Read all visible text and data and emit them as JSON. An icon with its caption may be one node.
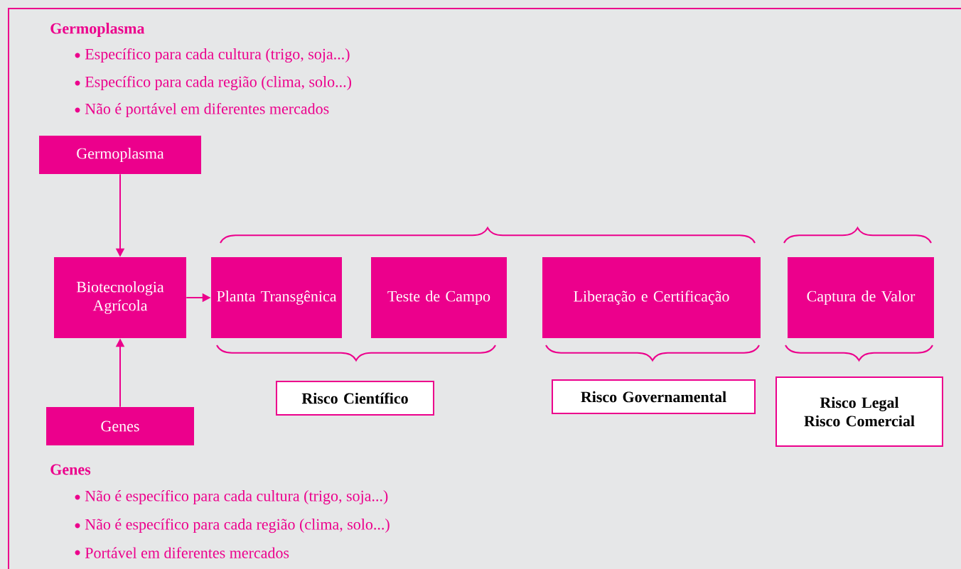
{
  "diagram": {
    "nodes": [
      {
        "text": [
          "Germoplasma"
        ]
      },
      {
        "text": [
          "Biotecnologia Agrícola"
        ]
      },
      {
        "text": [
          "Genes"
        ]
      },
      {
        "text": [
          "Planta Transgênica"
        ]
      },
      {
        "text": [
          "Teste de Campo"
        ]
      },
      {
        "text": [
          "Liberação e Certificação"
        ]
      },
      {
        "text": [
          "Captura de Valor"
        ]
      },
      {
        "text": [
          "Risco Científico"
        ]
      },
      {
        "text": [
          "Risco Governamental"
        ]
      },
      {
        "text": [
          "Risco Legal",
          "Risco Comercial"
        ]
      }
    ],
    "edges": [
      {
        "from": 0,
        "to": 1,
        "arrow": "to"
      },
      {
        "from": 2,
        "to": 1,
        "arrow": "to"
      },
      {
        "from": 1,
        "to": 3,
        "arrow": "to"
      }
    ],
    "labels": [
      "Germoplasma",
      "Específico para cada cultura (trigo, soja...)",
      "Específico para cada região (clima, solo...)",
      "Não é portável em diferentes mercados",
      "Genes",
      "Não é específico para cada cultura (trigo, soja...)",
      "Não é específico para cada região (clima, solo...)",
      "Portável em diferentes mercados"
    ]
  }
}
